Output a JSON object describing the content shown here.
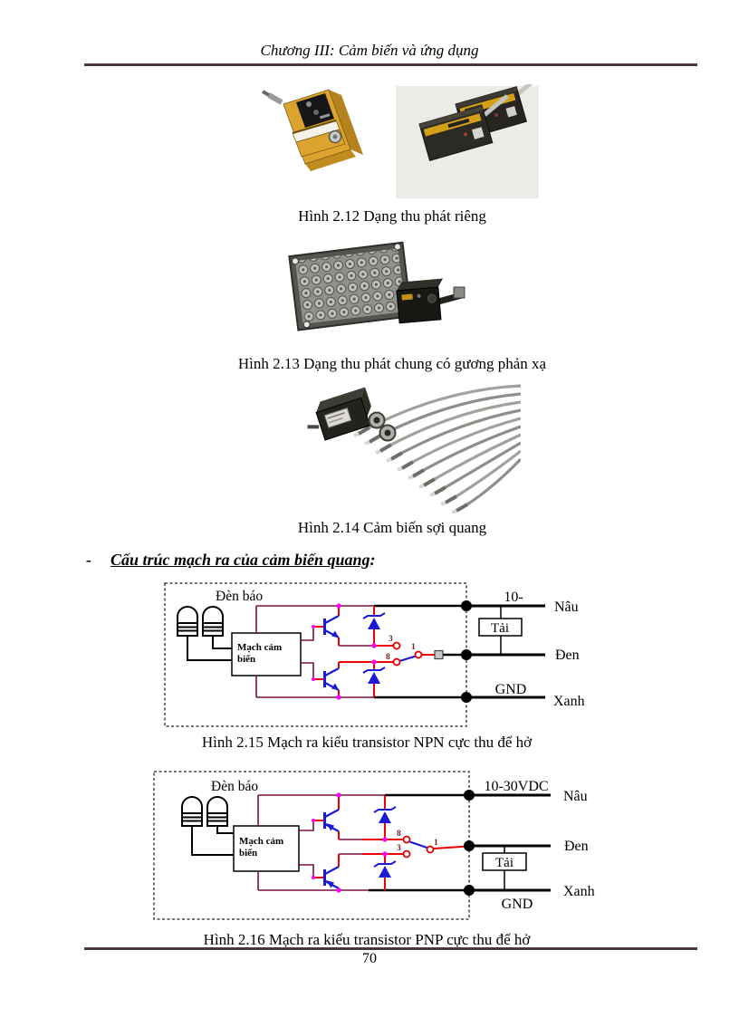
{
  "header": {
    "title": "Chương III: Cảm biến và ứng dụng"
  },
  "footer": {
    "page_number": "70"
  },
  "figures": {
    "fig212": {
      "caption": "Hình 2.12 Dạng thu phát riêng"
    },
    "fig213": {
      "caption": "Hình 2.13 Dạng thu phát chung có gương phản xạ"
    },
    "fig214": {
      "caption": "Hình 2.14 Cảm biến sợi quang"
    }
  },
  "section_bullet": {
    "marker": "-",
    "label": "Cấu trúc mạch ra của cảm biến quang",
    "suffix": ":"
  },
  "diagram_npn": {
    "caption": "Hình 2.15 Mạch ra kiểu transistor NPN cực thu để hở",
    "indicator_label": "Đèn báo",
    "sensor_box": {
      "line1": "Mạch cảm",
      "line2": "biến"
    },
    "pins": {
      "p3": "3",
      "p8": "8",
      "p1": "1"
    },
    "supply_label": "10-",
    "load_label": "Tải",
    "terminals": {
      "brown": "Nâu",
      "black": "Đen",
      "ground": "GND",
      "blue": "Xanh"
    }
  },
  "diagram_pnp": {
    "caption": "Hình 2.16 Mạch ra kiểu transistor PNP cực thu để hở",
    "indicator_label": "Đèn báo",
    "sensor_box": {
      "line1": "Mạch cảm",
      "line2": "biến"
    },
    "pins": {
      "p3": "3",
      "p8": "8",
      "p1": "1"
    },
    "supply_label": "10-30VDC",
    "load_label": "Tải",
    "terminals": {
      "brown": "Nâu",
      "black": "Đen",
      "ground": "GND",
      "blue": "Xanh"
    }
  },
  "colors": {
    "wire_maroon": "#7b1040",
    "wire_red": "#ee0000",
    "component_blue": "#1a1ad6",
    "junction_magenta": "#ff00ff",
    "sensor_yellow": "#dca32f"
  }
}
